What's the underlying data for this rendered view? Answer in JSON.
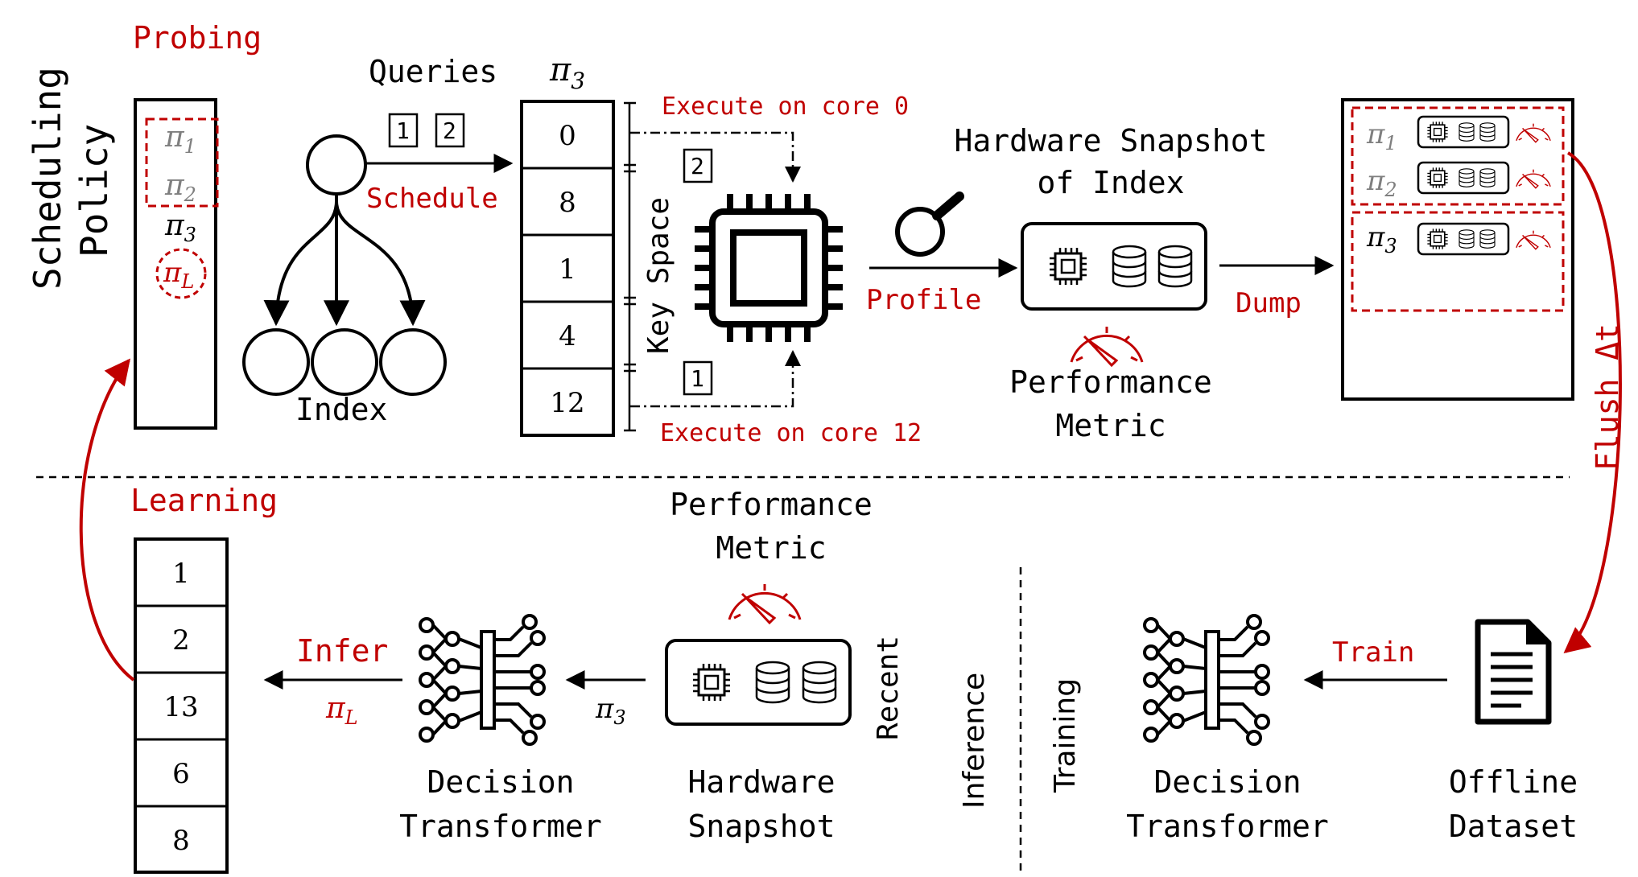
{
  "colors": {
    "accent": "#c00000",
    "ink": "#000000",
    "muted": "#7f7f7f"
  },
  "labels": {
    "probing": "Probing",
    "learning": "Learning",
    "scheduling_line1": "Scheduling",
    "scheduling_line2": "Policy",
    "queries": "Queries",
    "schedule": "Schedule",
    "index": "Index",
    "key_space": "Key Space",
    "execute_core0": "Execute on core 0",
    "execute_core12": "Execute on core 12",
    "hw_snapshot_title_1": "Hardware Snapshot",
    "hw_snapshot_title_2": "of Index",
    "profile": "Profile",
    "dump": "Dump",
    "perf_metric_1": "Performance",
    "perf_metric_2": "Metric",
    "flush": "Flush Δt",
    "train": "Train",
    "infer": "Infer",
    "recent": "Recent",
    "inference": "Inference",
    "training": "Training",
    "dt_1": "Decision",
    "dt_2": "Transformer",
    "hw_snap_1": "Hardware",
    "hw_snap_2": "Snapshot",
    "offline_1": "Offline",
    "offline_2": "Dataset"
  },
  "policies": {
    "pi1": "π",
    "pi1_sub": "1",
    "pi2": "π",
    "pi2_sub": "2",
    "pi3": "π",
    "pi3_sub": "3",
    "piL": "π",
    "piL_sub": "L"
  },
  "query_ids": [
    "1",
    "2"
  ],
  "pi3_column": [
    "0",
    "8",
    "1",
    "4",
    "12"
  ],
  "learned_column": [
    "1",
    "2",
    "13",
    "6",
    "8"
  ],
  "core_queries": {
    "top": "2",
    "bottom": "1"
  },
  "icons": [
    "cpu-chip-icon",
    "magnifier-icon",
    "database-icon",
    "speedometer-icon",
    "document-icon",
    "neural-network-icon"
  ]
}
